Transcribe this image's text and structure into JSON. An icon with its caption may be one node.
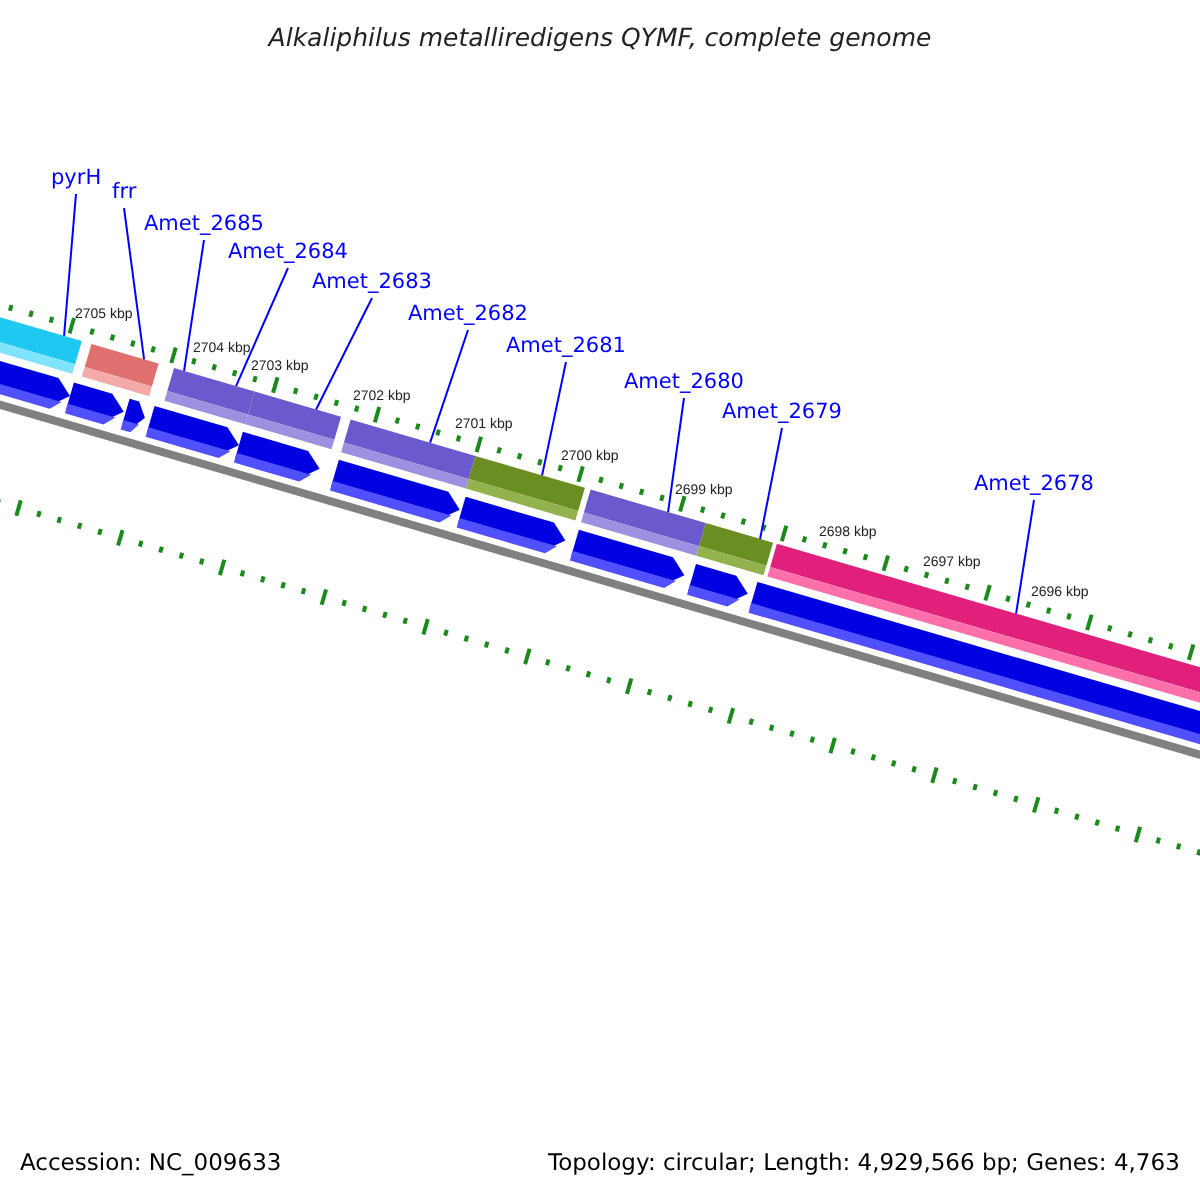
{
  "diagram": {
    "title": "Alkaliphilus metalliredigens QYMF, complete genome",
    "nodes": [
      {
        "text": [
          "pyrH"
        ]
      },
      {
        "text": [
          "frr"
        ]
      },
      {
        "text": [
          "Amet_2685"
        ]
      },
      {
        "text": [
          "Amet_2684"
        ]
      },
      {
        "text": [
          "Amet_2683"
        ]
      },
      {
        "text": [
          "Amet_2682"
        ]
      },
      {
        "text": [
          "Amet_2681"
        ]
      },
      {
        "text": [
          "Amet_2680"
        ]
      },
      {
        "text": [
          "Amet_2679"
        ]
      },
      {
        "text": [
          "Amet_2678"
        ]
      },
      {
        "text": [],
        "shape": "bar"
      },
      {
        "text": [],
        "shape": "bar"
      },
      {
        "text": [],
        "shape": "bar"
      },
      {
        "text": [],
        "shape": "bar"
      },
      {
        "text": [],
        "shape": "bar"
      },
      {
        "text": [],
        "shape": "bar"
      },
      {
        "text": [],
        "shape": "bar"
      },
      {
        "text": [],
        "shape": "bar"
      },
      {
        "text": [],
        "shape": "bar"
      }
    ],
    "edges": [
      {
        "from": 0,
        "to": 10,
        "arrow": "none"
      },
      {
        "from": 1,
        "to": 11,
        "arrow": "none"
      },
      {
        "from": 2,
        "to": 12,
        "arrow": "none"
      },
      {
        "from": 3,
        "to": 12,
        "arrow": "none"
      },
      {
        "from": 4,
        "to": 13,
        "arrow": "none"
      },
      {
        "from": 5,
        "to": 14,
        "arrow": "none"
      },
      {
        "from": 6,
        "to": 15,
        "arrow": "none"
      },
      {
        "from": 7,
        "to": 16,
        "arrow": "none"
      },
      {
        "from": 8,
        "to": 17,
        "arrow": "none"
      },
      {
        "from": 9,
        "to": 18,
        "arrow": "none"
      }
    ],
    "labels": [
      "2705 kbp",
      "2704 kbp",
      "2703 kbp",
      "2702 kbp",
      "2701 kbp",
      "2700 kbp",
      "2699 kbp",
      "2698 kbp",
      "2697 kbp",
      "2696 kbp",
      "Accession: NC_009633",
      "Topology: circular; Length: 4,929,566 bp; Genes: 4,763"
    ]
  }
}
